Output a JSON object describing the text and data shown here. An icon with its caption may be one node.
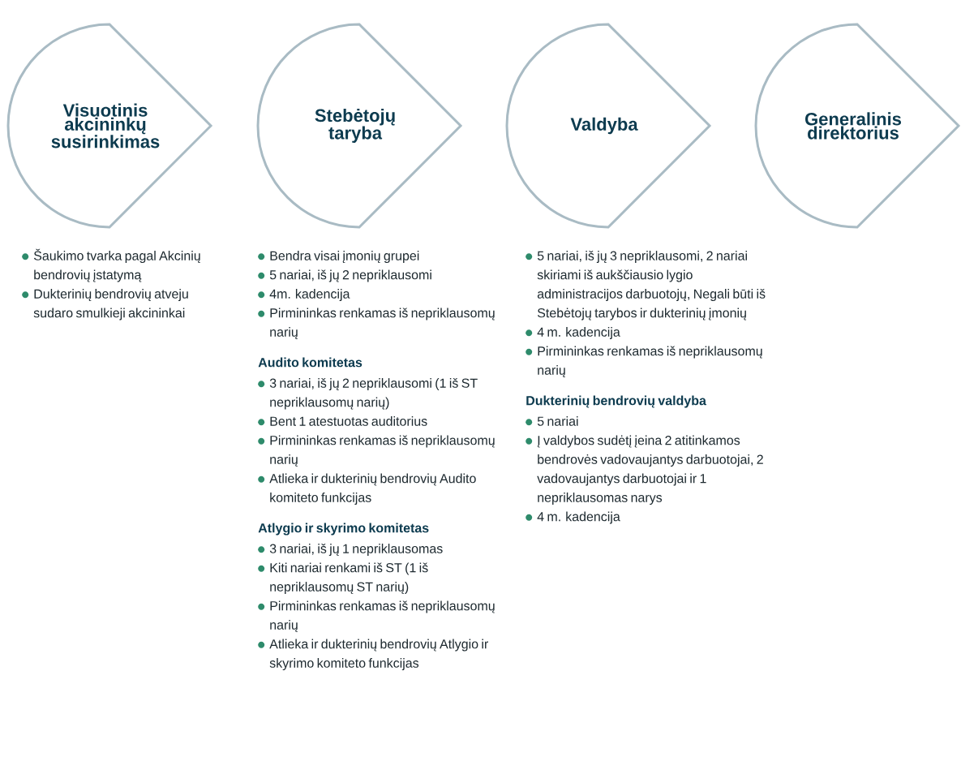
{
  "diagram": {
    "nodes": [
      {
        "text": [
          "Visuotinis akcininkų susirinkimas"
        ]
      },
      {
        "text": [
          "Stebėtojų taryba"
        ]
      },
      {
        "text": [
          "Valdyba"
        ]
      },
      {
        "text": [
          "Generalinis direktorius"
        ]
      }
    ],
    "labels": [
      "Šaukimo tvarka pagal Akcinių bendrovių įstatymą",
      "Dukterinių bendrovių atveju sudaro smulkieji akcininkai",
      "Bendra visai įmonių grupei",
      "5 nariai, iš jų 2 nepriklausomi",
      "4m. kadencija",
      "Pirmininkas renkamas iš nepriklausomų narių",
      "Audito komitetas",
      "3 nariai, iš jų 2 nepriklausomi (1 iš ST nepriklausomų narių)",
      "Bent 1 atestuotas auditorius",
      "Pirmininkas renkamas iš nepriklausomų narių",
      "Atlieka ir dukterinių bendrovių Audito komiteto funkcijas",
      "Atlygio ir skyrimo komitetas",
      "3 nariai, iš jų 1 nepriklausomas",
      "Kiti nariai renkami iš ST (1 iš nepriklausomų ST narių)",
      "Pirmininkas renkamas iš nepriklausomų narių",
      "Atlieka ir dukterinių bendrovių Atlygio ir skyrimo komiteto funkcijas",
      "5 nariai, iš jų 3 nepriklausomi, 2 nariai skiriami iš aukščiausio lygio administracijos darbuotojų, Negali būti iš Stebėtojų tarybos ir dukterinių įmonių",
      "4 m. kadencija",
      "Pirmininkas renkamas iš nepriklausomų narių",
      "Dukterinių bendrovių valdyba",
      "5 nariai",
      "Į valdybos sudėtį įeina 2 atitinkamos bendrovės vadovaujantys darbuotojai, 2 vadovaujantys darbuotojai ir 1 nepriklausomas narys",
      "4 m. kadencija"
    ]
  }
}
